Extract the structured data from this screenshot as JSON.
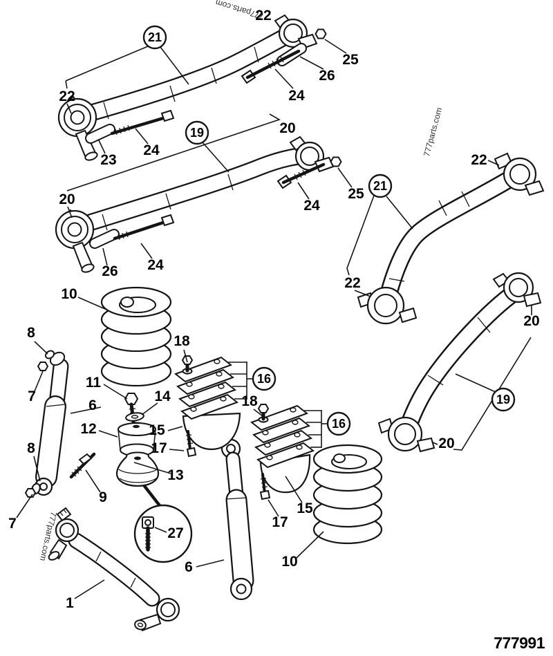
{
  "diagram": {
    "watermark_text": "777parts.com",
    "part_number": "777991",
    "callouts": {
      "1": "1",
      "6": "6",
      "7": "7",
      "8": "8",
      "9": "9",
      "10": "10",
      "11": "11",
      "12": "12",
      "13": "13",
      "14": "14",
      "15": "15",
      "16": "16",
      "17": "17",
      "18": "18",
      "19": "19",
      "20": "20",
      "21": "21",
      "22": "22",
      "23": "23",
      "24": "24",
      "25": "25",
      "26": "26",
      "27": "27"
    }
  }
}
